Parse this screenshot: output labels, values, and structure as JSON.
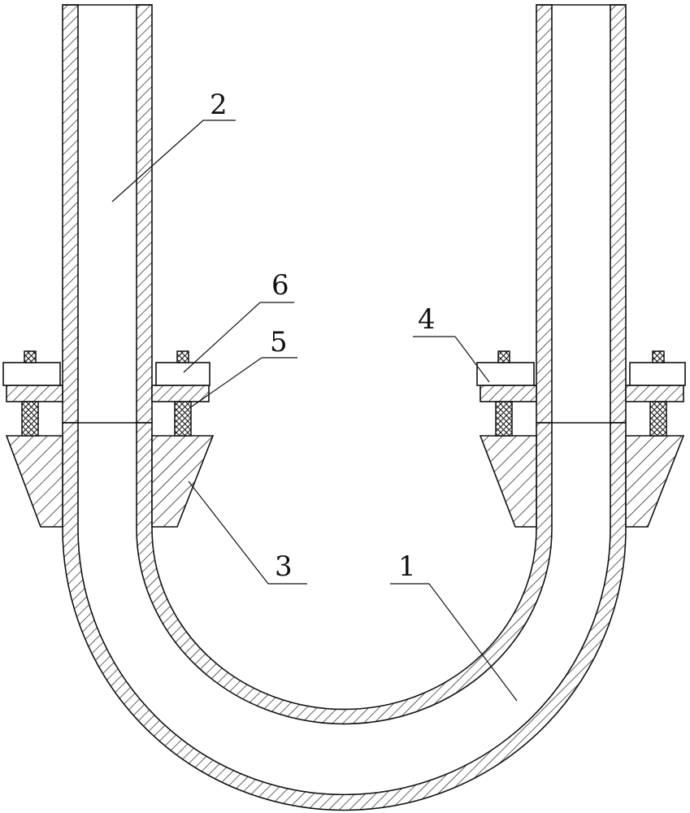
{
  "labels": {
    "pipe_bend": "1",
    "straight_pipe": "2",
    "wedge_ring": "3",
    "flange_plate": "4",
    "bolt": "5",
    "nut": "6"
  }
}
